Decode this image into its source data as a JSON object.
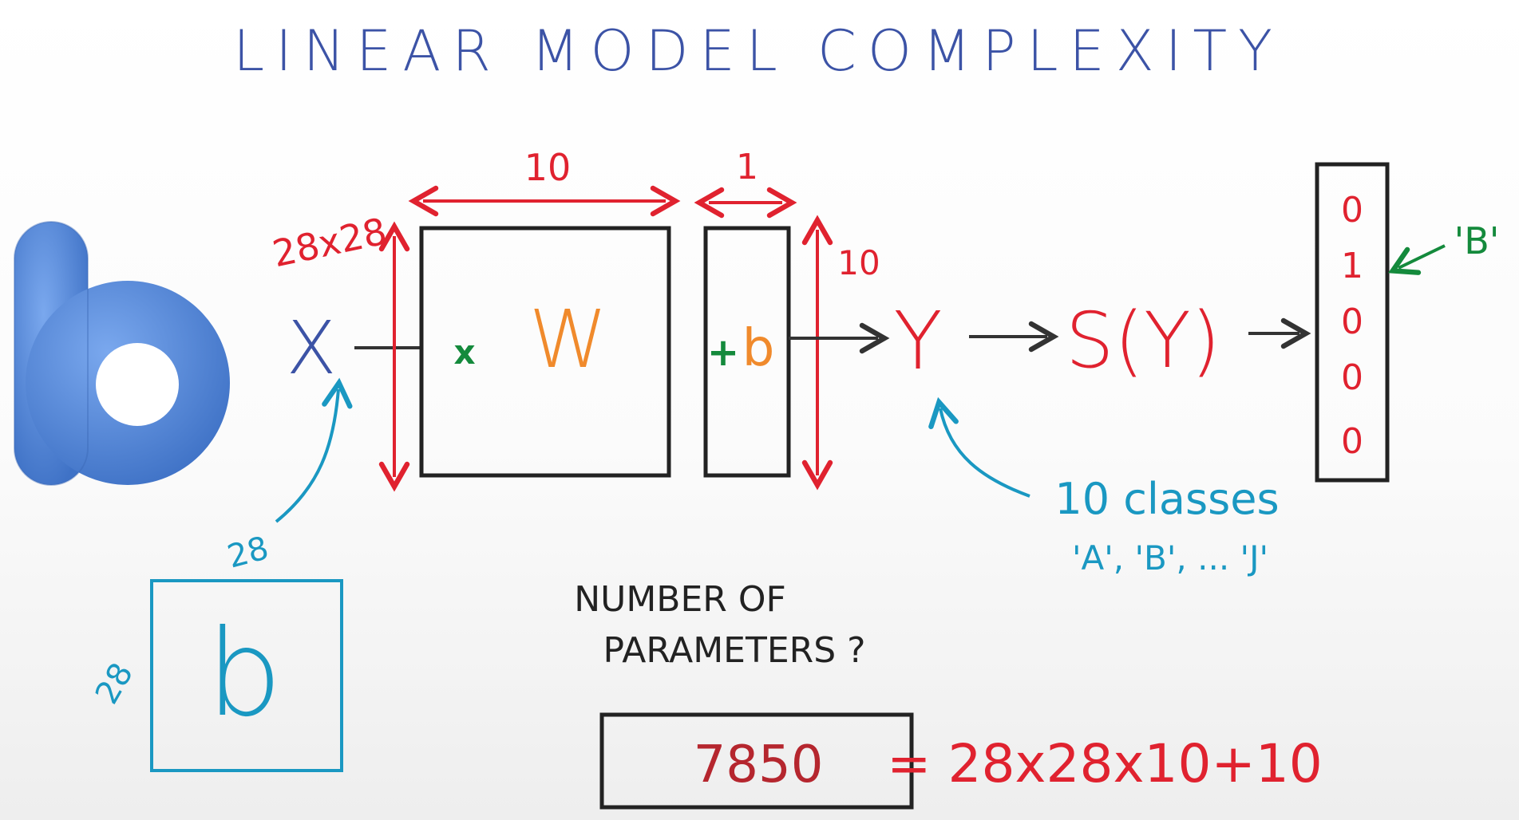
{
  "title": "LINEAR MODEL COMPLEXITY",
  "colors": {
    "blue": "#3c53a6",
    "red": "#e0222f",
    "green": "#148a3c",
    "orange": "#f08a2c",
    "cyan": "#1a98c2",
    "black": "#222222",
    "maroon": "#b5262e",
    "letter_blue": "#4f86d9"
  },
  "diagram": {
    "input_label": "X",
    "input_dim_label": "28x28",
    "weights_label": "W",
    "multiply_sign": "x",
    "weights_width_label": "10",
    "bias_plus": "+",
    "bias_label": "b",
    "bias_width_label": "1",
    "output_height_label": "10",
    "output_label": "Y",
    "softmax_label": "S(Y)",
    "onehot_values": [
      "0",
      "1",
      "0",
      "0",
      "0"
    ],
    "onehot_pointer_label": "'B'",
    "classes_line1": "10 classes",
    "classes_line2": "'A', 'B', ... 'J'",
    "image_letter": "b",
    "image_width_label": "28",
    "image_height_label": "28",
    "big_letter": "b"
  },
  "question": {
    "line1": "NUMBER OF",
    "line2": "PARAMETERS ?"
  },
  "answer": {
    "value": "7850",
    "formula": "= 28x28x10+10"
  }
}
